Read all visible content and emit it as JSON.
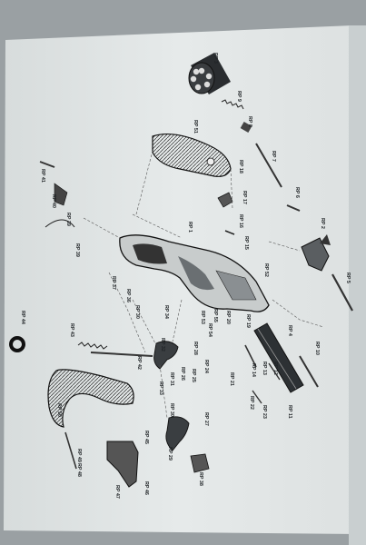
{
  "labels": {
    "rp1": "RP 1",
    "rp2": "RP 2",
    "rp3": "RP 3",
    "rp4": "RP 4",
    "rp5": "RP 5",
    "rp6": "RP 6",
    "rp7": "RP 7",
    "rp8": "RP 8",
    "rp9": "RP 9",
    "rp10": "RP 10",
    "rp11": "RP 11",
    "rp12": "RP 12",
    "rp13": "RP 13",
    "rp14": "RP 14",
    "rp15": "RP 15",
    "rp16": "RP 16",
    "rp17": "RP 17",
    "rp18": "RP 18",
    "rp19": "RP 19",
    "rp20": "RP 20",
    "rp21": "RP 21",
    "rp22": "RP 22",
    "rp23": "RP 23",
    "rp24": "RP 24",
    "rp25": "RP 25",
    "rp26": "RP 26",
    "rp27": "RP 27",
    "rp28": "RP 28",
    "rp29": "RP 29",
    "rp30": "RP 30",
    "rp31": "RP 31",
    "rp32": "RP 32",
    "rp33": "RP 33",
    "rp34": "RP 34",
    "rp35": "RP 35",
    "rp36": "RP 36",
    "rp37": "RP 37",
    "rp38": "RP 38",
    "rp39": "RP 39",
    "rp40": "RP 40",
    "rp41": "RP 41",
    "rp42": "RP 42",
    "rp43": "RP 43",
    "rp44": "RP 44",
    "rp45": "RP 45",
    "rp46": "RP 46",
    "rp47": "RP 47",
    "rp48": "RP 48",
    "rp49": "RP 49",
    "rp50": "RP 50",
    "rp51": "RP 51",
    "rp52": "RP 52",
    "rp53": "RP 53",
    "rp54": "RP 54",
    "rp55": "RP 55"
  }
}
